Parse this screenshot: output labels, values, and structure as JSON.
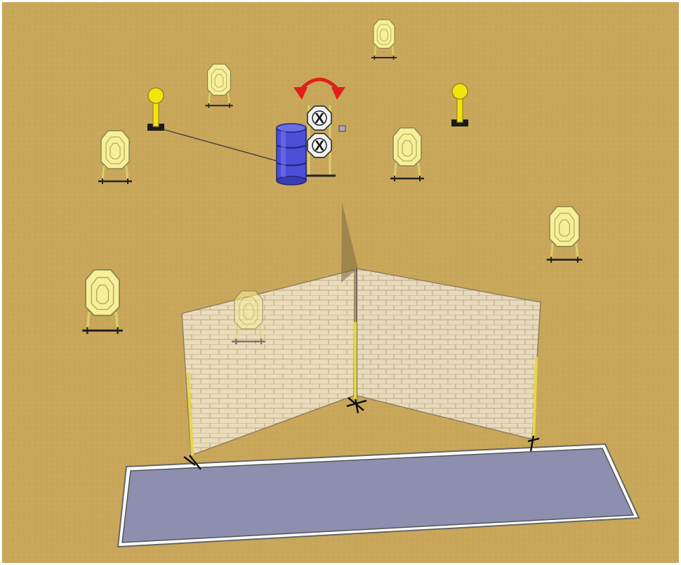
{
  "scene": {
    "ground_color": "#c9a75a",
    "target_color": "#f6f09a",
    "popper_color": "#f2e40c",
    "barrel_color": "#4b4fd6",
    "arrow_color": "#e0201c",
    "wall_color": "#efe2c6",
    "shooting_box_color": "#8c8fae",
    "no_shoot_marker": "X",
    "objects": [
      {
        "kind": "paper-target",
        "name": "paper-target-far-center"
      },
      {
        "kind": "paper-target",
        "name": "paper-target-upper-left"
      },
      {
        "kind": "paper-target",
        "name": "paper-target-left"
      },
      {
        "kind": "paper-target",
        "name": "paper-target-center-right"
      },
      {
        "kind": "paper-target",
        "name": "paper-target-right"
      },
      {
        "kind": "paper-target",
        "name": "paper-target-lower-left"
      },
      {
        "kind": "paper-target",
        "name": "paper-target-behind-wall"
      },
      {
        "kind": "popper",
        "name": "popper-left"
      },
      {
        "kind": "popper",
        "name": "popper-right"
      },
      {
        "kind": "barrel",
        "name": "barrel"
      },
      {
        "kind": "no-shoot-swinger",
        "name": "no-shoot-swinger"
      },
      {
        "kind": "arrow",
        "name": "swing-arrow-icon"
      },
      {
        "kind": "wall",
        "name": "brick-wall-left"
      },
      {
        "kind": "wall",
        "name": "brick-wall-right"
      },
      {
        "kind": "shooting-area",
        "name": "shooting-box"
      }
    ]
  }
}
